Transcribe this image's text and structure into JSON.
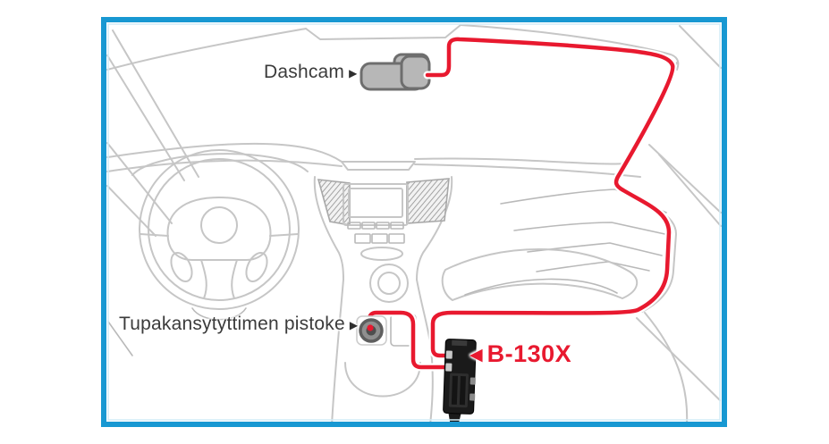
{
  "diagram": {
    "labels": {
      "dashcam": "Dashcam",
      "socket": "Tupakansytyttimen pistoke",
      "device": "B-130X"
    },
    "icons": {
      "pointer_right": "▶",
      "pointer_left": "◀"
    },
    "colors": {
      "frame_blue": "#1898d2",
      "cable_red": "#e8192f",
      "device_label_red": "#e8192f",
      "car_line_gray": "#c6c6c6",
      "label_text": "#3b3b3b"
    }
  }
}
